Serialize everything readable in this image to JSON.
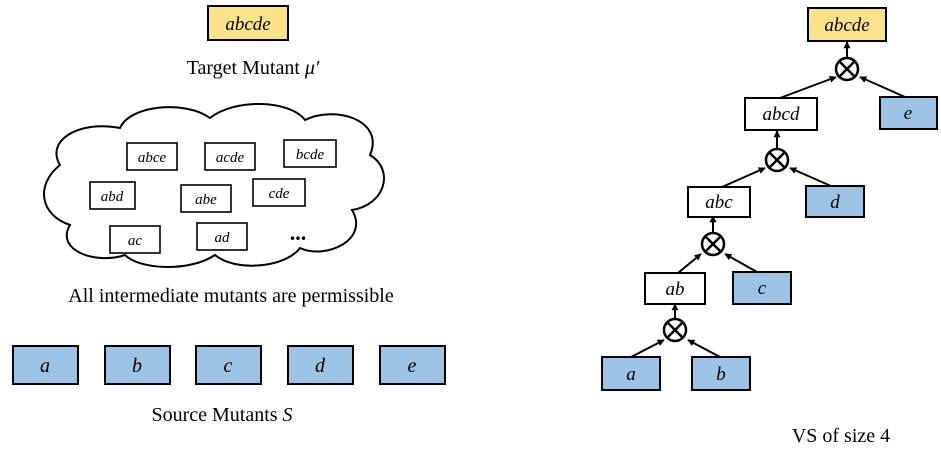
{
  "target": {
    "label": "abcde",
    "caption_text": "Target Mutant ",
    "caption_symbol": "μ′"
  },
  "cloud": {
    "mutants": [
      "abce",
      "acde",
      "bcde",
      "abd",
      "abe",
      "cde",
      "ac",
      "ad"
    ],
    "ellipsis": "...",
    "caption": "All intermediate mutants are permissible"
  },
  "sources": {
    "labels": [
      "a",
      "b",
      "c",
      "d",
      "e"
    ],
    "caption_text": "Source Mutants ",
    "caption_symbol": "S"
  },
  "tree": {
    "root": "abcde",
    "intermediates": [
      "abcd",
      "abc",
      "ab"
    ],
    "leaves": [
      "e",
      "d",
      "c",
      "a",
      "b"
    ],
    "caption": "VS of size 4"
  },
  "colors": {
    "target_fill": "#FCE38A",
    "source_fill": "#9DC3E6",
    "white_fill": "#FFFFFF",
    "stroke": "#000000"
  }
}
